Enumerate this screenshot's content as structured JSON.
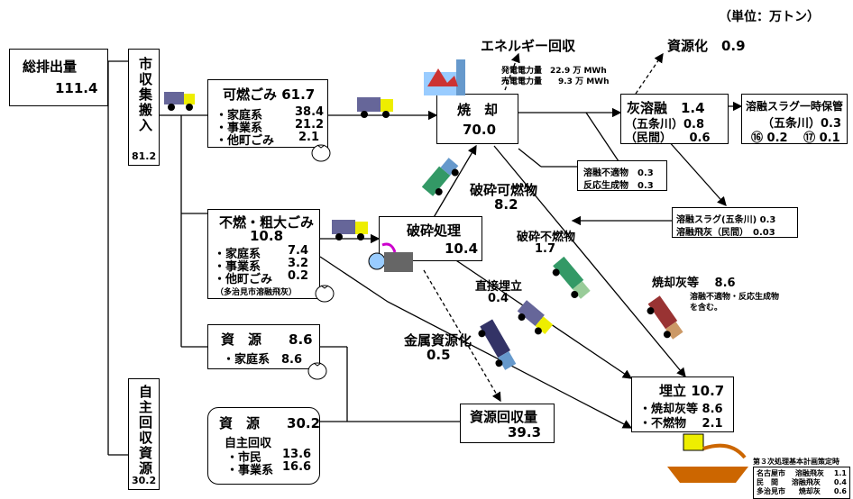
{
  "unit": "（単位：万トン）",
  "total": {
    "label": "総排出量",
    "value": "111.4"
  },
  "city_collection": {
    "label": "市収集搬入",
    "value": "81.2"
  },
  "self_collection": {
    "label": "自主回収資源",
    "value": "30.2"
  },
  "combustible": {
    "title": "可燃ごみ 61.7",
    "rows": [
      {
        "label": "・家庭系",
        "value": "38.4"
      },
      {
        "label": "・事業系",
        "value": "21.2"
      },
      {
        "label": "・他町ごみ",
        "value": "2.1"
      }
    ]
  },
  "bulky": {
    "title": "不燃・粗大ごみ",
    "value": "10.8",
    "rows": [
      {
        "label": "・家庭系",
        "value": "7.4"
      },
      {
        "label": "・事業系",
        "value": "3.2"
      },
      {
        "label": "・他町ごみ",
        "value": "0.2"
      }
    ],
    "note": "（多治見市溶融飛灰）"
  },
  "resource_city": {
    "title": "資　源　　8.6",
    "row": "・家庭系　8.6"
  },
  "resource_self": {
    "title": "資　源　　30.2",
    "sub": "自主回収",
    "rows": [
      {
        "label": "・市民",
        "value": "13.6"
      },
      {
        "label": "・事業系",
        "value": "16.6"
      }
    ]
  },
  "incineration": {
    "title": "焼　却",
    "value": "70.0"
  },
  "crushing": {
    "title": "破砕処理",
    "value": "10.4"
  },
  "energy": {
    "label": "エネルギー回収",
    "line1": "発電電力量　22.9 万 MWh",
    "line2": "売電電力量　　9.3 万 MWh"
  },
  "recycle": {
    "label": "資源化　0.9"
  },
  "ash_melt": {
    "title": "灰溶融　1.4",
    "row1": "（五条川）0.8",
    "row2": "（民間）　　0.6"
  },
  "slag_storage": {
    "title": "溶融スラグ一時保管",
    "row1": "（五条川）0.3",
    "row2": "⑯ 0.2　 ⑰ 0.1"
  },
  "unfit": {
    "line1": "溶融不適物　0.3",
    "line2": "反応生成物　0.3"
  },
  "slag": {
    "line1": "溶融スラグ(五条川) 0.3",
    "line2": "溶融飛灰（民間）　0.03"
  },
  "crushed_combustible": {
    "label": "破砕可燃物",
    "value": "8.2"
  },
  "crushed_noncomb": {
    "label": "破砕不燃物",
    "value": "1.7"
  },
  "direct_landfill": {
    "label": "直接埋立",
    "value": "0.4"
  },
  "metal": {
    "label": "金属資源化",
    "value": "0.5"
  },
  "ash": {
    "label": "焼却灰等　 8.6",
    "note1": "溶融不適物・反応生成物",
    "note2": "を含む。"
  },
  "resource_recovery": {
    "title": "資源回収量",
    "value": "39.3"
  },
  "landfill": {
    "title": "埋立 10.7",
    "row1": "・焼却灰等 8.6",
    "row2": "・不燃物　 2.1"
  },
  "legend": {
    "title": "第３次処理基本計画策定時",
    "rows": [
      [
        "名古屋市",
        "溶融飛灰",
        "1.1"
      ],
      [
        "民　間",
        "溶融飛灰",
        "0.4"
      ],
      [
        "多治見市",
        "焼却灰",
        "0.6"
      ]
    ]
  }
}
